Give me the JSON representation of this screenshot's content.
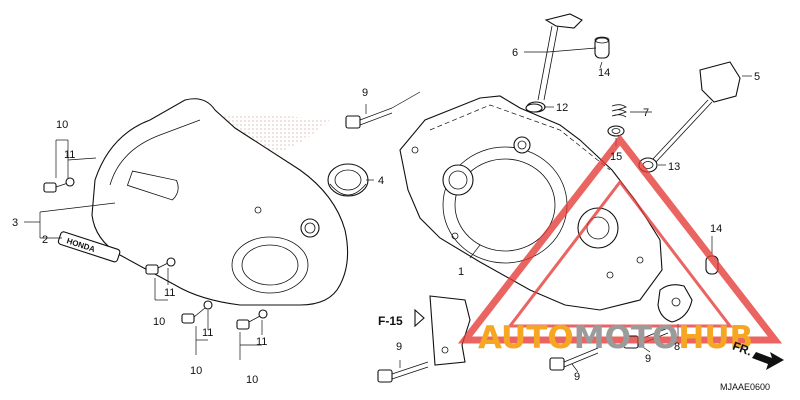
{
  "callouts": {
    "c1": "1",
    "c2": "2",
    "c3": "3",
    "c4": "4",
    "c5": "5",
    "c6": "6",
    "c7": "7",
    "c8": "8",
    "c9a": "9",
    "c9b": "9",
    "c9c": "9",
    "c9d": "9",
    "c10a": "10",
    "c10b": "10",
    "c10c": "10",
    "c10d": "10",
    "c11a": "11",
    "c11b": "11",
    "c11c": "11",
    "c11d": "11",
    "c12": "12",
    "c13": "13",
    "c14a": "14",
    "c14b": "14",
    "c15": "15"
  },
  "reference": {
    "label": "F-15"
  },
  "direction": {
    "label": "FR."
  },
  "diagram_code": "MJAAE0600",
  "emblem_text": "HONDA",
  "watermark": {
    "word_part1": "AUTO",
    "word_part2": "MOTO",
    "word_part3": "HUB",
    "color_orange": "#f5a623",
    "color_gray": "#9b9b9b",
    "color_red": "#e53935"
  }
}
